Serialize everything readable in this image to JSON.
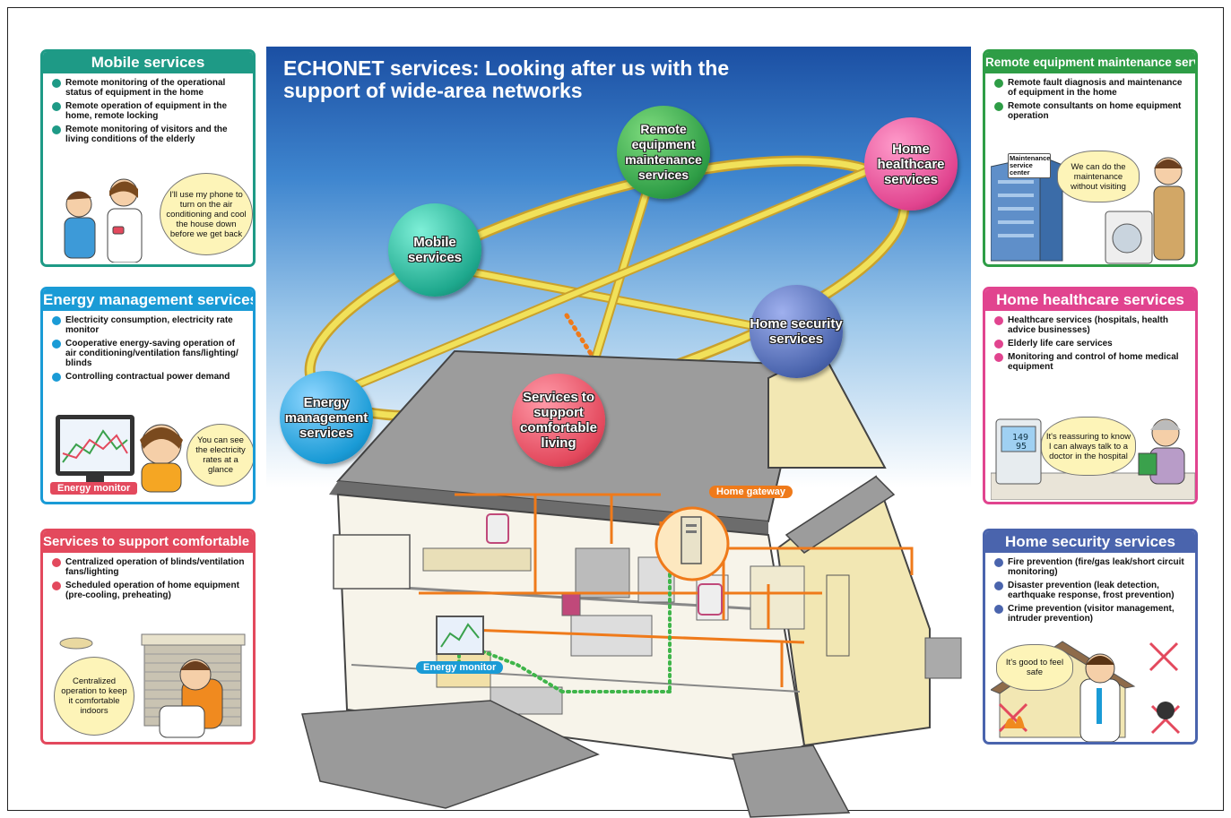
{
  "title": "ECHONET services: Looking after us with the support of wide-area networks",
  "colors": {
    "mobile": "#1e9a86",
    "energy": "#1a9bd6",
    "comfort": "#e3495d",
    "remote": "#2e9d46",
    "healthcare": "#e1448f",
    "security": "#4a64ad",
    "gateway_orange": "#f08a1f"
  },
  "panels": {
    "mobile": {
      "heading": "Mobile services",
      "items": [
        "Remote monitoring of the operational status of equipment in the home",
        "Remote operation of equipment in the home, remote locking",
        "Remote monitoring of visitors and the living conditions of the elderly"
      ],
      "bubble": "I'll use my phone to turn on the air conditioning and cool the house down before we get back"
    },
    "energy": {
      "heading": "Energy management services",
      "items": [
        "Electricity consumption, electricity rate monitor",
        "Cooperative energy-saving operation of air conditioning/ventilation fans/lighting/ blinds",
        "Controlling contractual power demand"
      ],
      "bubble": "You can see the electricity rates at a glance",
      "tag": "Energy monitor"
    },
    "comfort": {
      "heading": "Services to support comfortable living",
      "items": [
        "Centralized operation of blinds/ventilation fans/lighting",
        "Scheduled operation of home equipment (pre-cooling, preheating)"
      ],
      "bubble": "Centralized operation to keep it comfortable indoors"
    },
    "remote": {
      "heading": "Remote equipment maintenance services",
      "items": [
        "Remote fault diagnosis and maintenance of equipment in the home",
        "Remote consultants on home equipment operation"
      ],
      "bubble": "We can do the maintenance without visiting",
      "building_sign": "Maintenance service center"
    },
    "healthcare": {
      "heading": "Home healthcare services",
      "items": [
        "Healthcare services (hospitals, health advice businesses)",
        "Elderly life care services",
        "Monitoring and control of home medical equipment"
      ],
      "bubble": "It's reassuring to know I can always talk to a doctor in the hospital",
      "device_top": "149",
      "device_bottom": "95"
    },
    "security": {
      "heading": "Home security services",
      "items": [
        "Fire prevention (fire/gas leak/short circuit monitoring)",
        "Disaster prevention (leak detection, earthquake response, frost prevention)",
        "Crime prevention (visitor management, intruder prevention)"
      ],
      "bubble": "It's good to feel safe"
    }
  },
  "circles": {
    "remote": "Remote equipment maintenance services",
    "healthcare": "Home healthcare services",
    "mobile": "Mobile services",
    "security": "Home security services",
    "energy": "Energy management services",
    "comfort": "Services to support comfortable living"
  },
  "house_labels": {
    "gateway": "Home gateway",
    "energy_monitor": "Energy monitor"
  }
}
